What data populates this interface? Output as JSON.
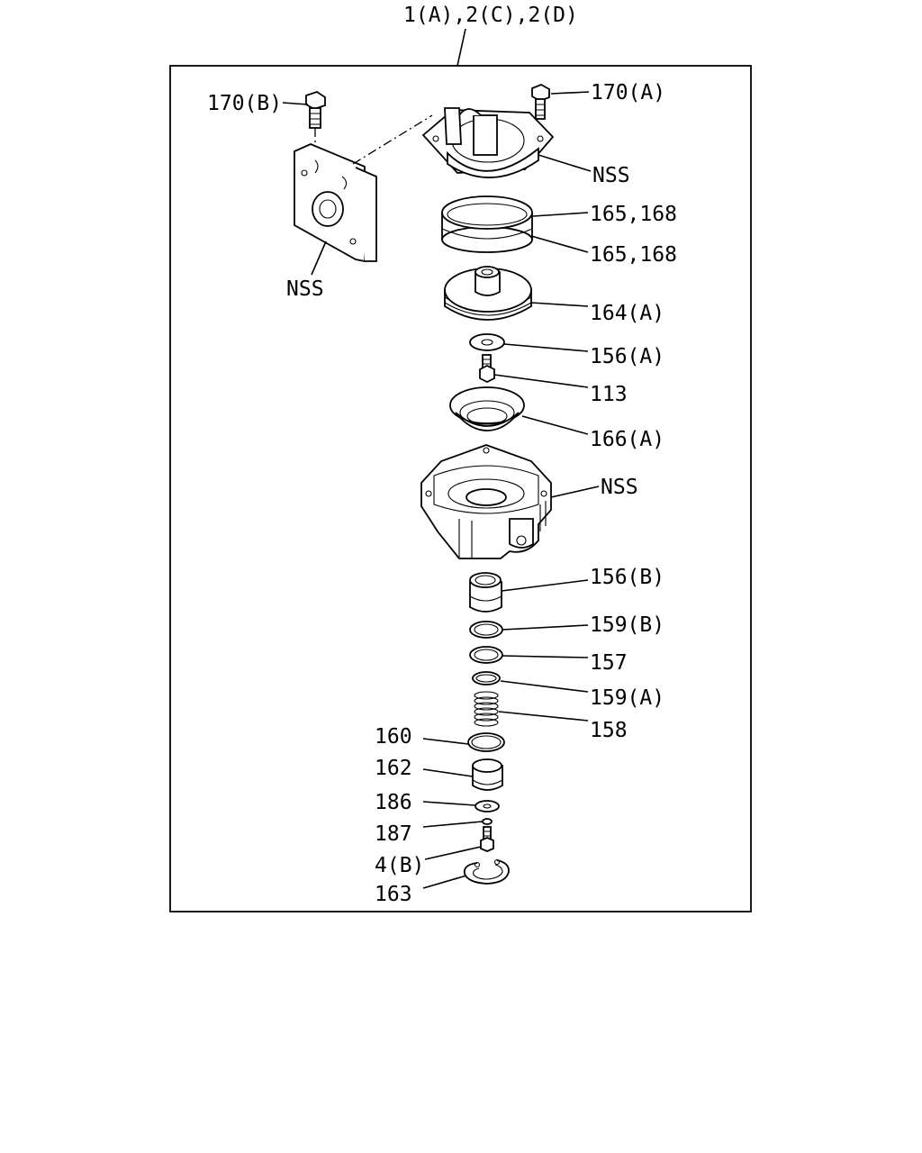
{
  "assembly_label": "1(A),2(C),2(D)",
  "callouts": {
    "c170b": "170(B)",
    "c170a": "170(A)",
    "nss_cover": "NSS",
    "nss_bracket": "NSS",
    "c165_168_top": "165,168",
    "c165_168_bottom": "165,168",
    "c164a": "164(A)",
    "c156a": "156(A)",
    "c113": "113",
    "c166a": "166(A)",
    "nss_housing": "NSS",
    "c156b": "156(B)",
    "c159b": "159(B)",
    "c157": "157",
    "c159a": "159(A)",
    "c158": "158",
    "c160": "160",
    "c162": "162",
    "c186": "186",
    "c187": "187",
    "c4b": "4(B)",
    "c163": "163"
  }
}
